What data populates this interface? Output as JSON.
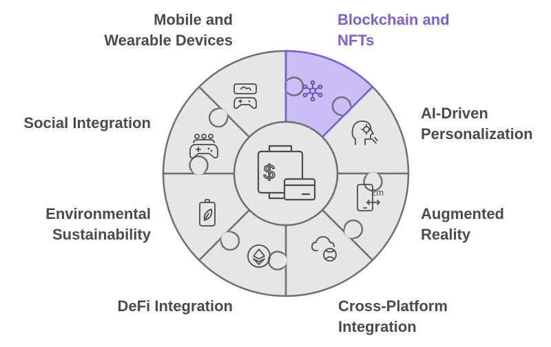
{
  "segments": [
    {
      "label": "Blockchain and\nNFTs",
      "icon": "network-nodes-icon",
      "highlighted": true
    },
    {
      "label": "AI-Driven\nPersonalization",
      "icon": "ai-head-gear-icon",
      "highlighted": false
    },
    {
      "label": "Augmented\nReality",
      "icon": "phone-ar-distance-icon",
      "highlighted": false
    },
    {
      "label": "Cross-Platform\nIntegration",
      "icon": "cloud-xbox-icon",
      "highlighted": false
    },
    {
      "label": "DeFi Integration",
      "icon": "defi-coin-icon",
      "highlighted": false
    },
    {
      "label": "Environmental\nSustainability",
      "icon": "eco-battery-icon",
      "highlighted": false
    },
    {
      "label": "Social Integration",
      "icon": "multiplayer-gamepad-icon",
      "highlighted": false
    },
    {
      "label": "Mobile and\nWearable Devices",
      "icon": "mobile-gaming-icon",
      "highlighted": false
    }
  ],
  "center": {
    "icon": "wallet-card-icon"
  },
  "colors": {
    "highlight_fill": "#cbbdf6",
    "highlight_stroke": "#7a5ce6",
    "segment_fill": "#e6e6e6",
    "outline": "#6f6f6f",
    "text": "#4a4a4a"
  }
}
